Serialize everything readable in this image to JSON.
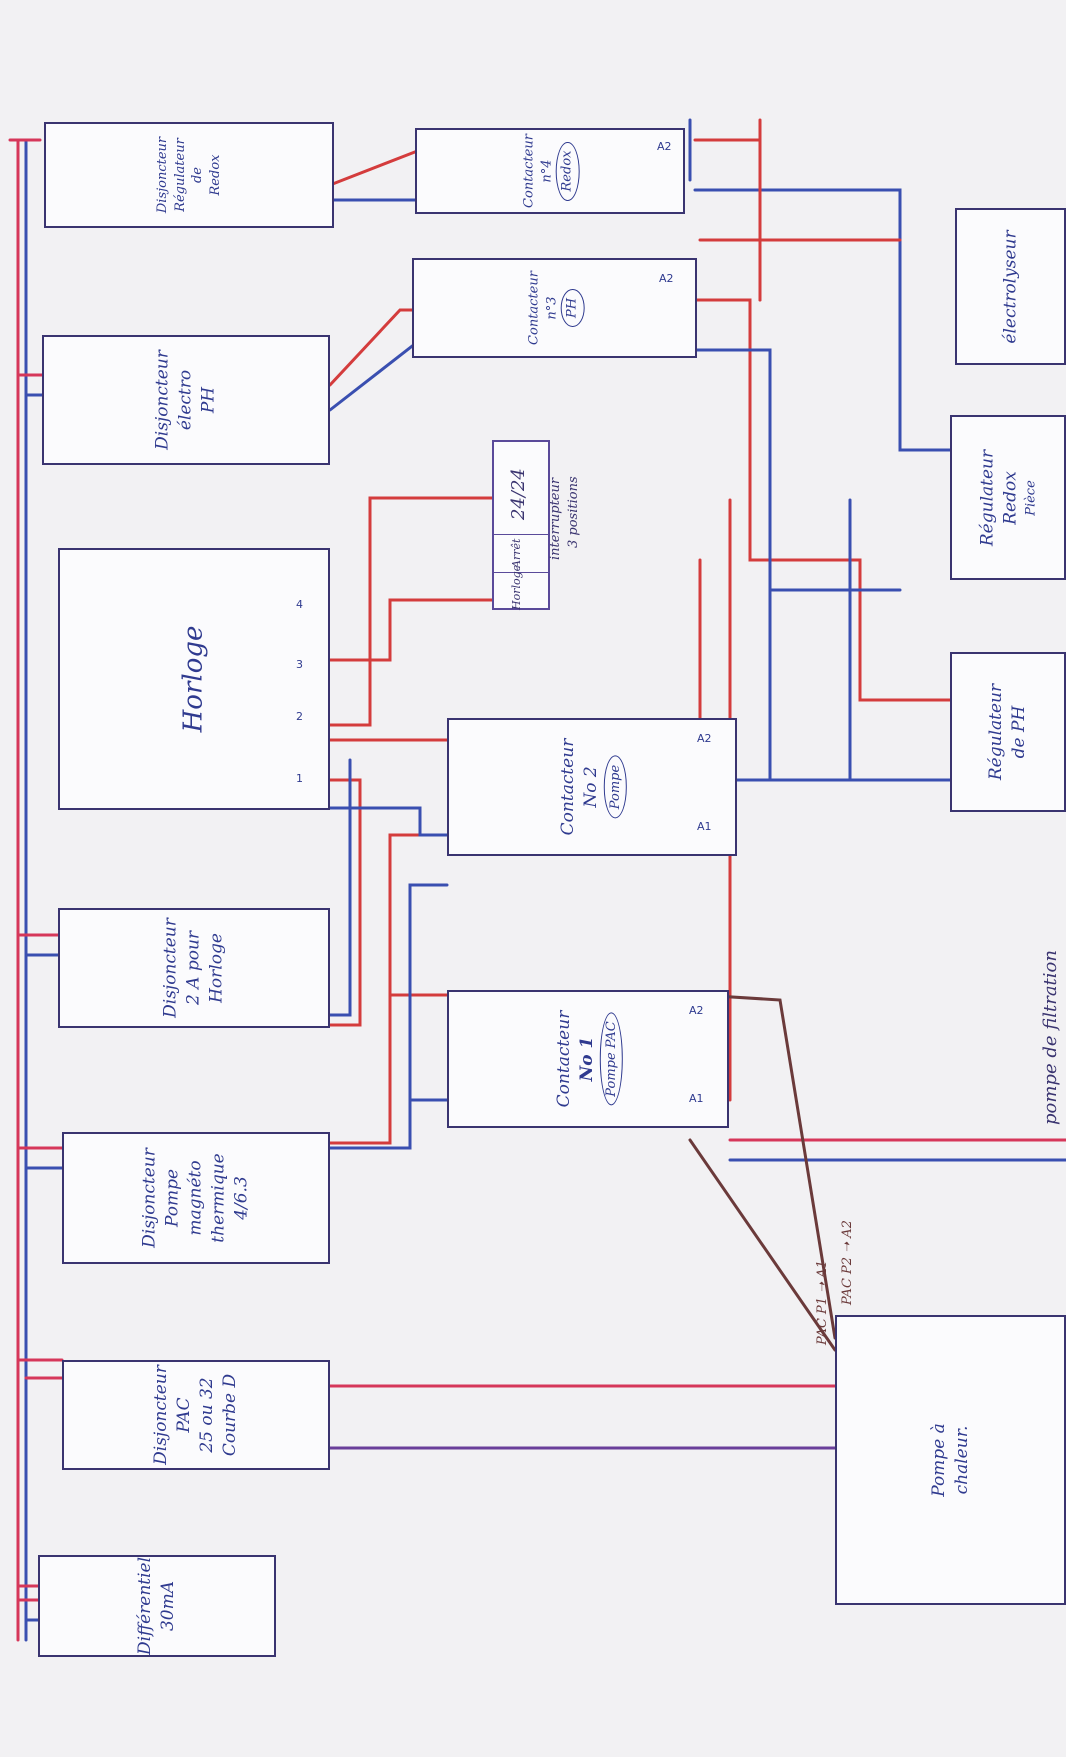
{
  "blocks": {
    "differentiel": {
      "line1": "Différentiel",
      "line2": "30mA"
    },
    "disj_pac": {
      "line1": "Disjoncteur",
      "line2": "PAC",
      "line3": "25 ou 32",
      "line4": "Courbe D"
    },
    "disj_pompe": {
      "line1": "Disjoncteur",
      "line2": "Pompe",
      "line3": "magnéto",
      "line4": "thermique",
      "line5": "4/6.3"
    },
    "disj_horloge": {
      "line1": "Disjoncteur",
      "line2": "2 A pour",
      "line3": "Horloge"
    },
    "horloge": {
      "title": "Horloge",
      "terminals": [
        "1",
        "2",
        "3",
        "4"
      ]
    },
    "disj_ph": {
      "line1": "Disjoncteur",
      "line2": "électro",
      "line3": "PH"
    },
    "disj_redox": {
      "line1": "Disjoncteur",
      "line2": "Régulateur",
      "line3": "de",
      "line4": "Redox"
    },
    "contacteur1": {
      "line1": "Contacteur",
      "line2": "No 1",
      "circle": "Pompe PAC",
      "a1": "A1",
      "a2": "A2"
    },
    "contacteur2": {
      "line1": "Contacteur",
      "line2": "No 2",
      "circle": "Pompe",
      "a1": "A1",
      "a2": "A2"
    },
    "contacteur3": {
      "line1": "Contacteur",
      "line2": "n°3",
      "circle": "PH",
      "a2": "A2"
    },
    "contacteur4": {
      "line1": "Contacteur",
      "line2": "n°4",
      "circle": "Redox",
      "a2": "A2"
    },
    "interrupteur": {
      "pos1": "Horloge",
      "pos2": "Arrêt",
      "pos3": "24/24",
      "note1": "interrupteur",
      "note2": "3 positions"
    },
    "pac": {
      "line1": "Pompe à",
      "line2": "chaleur."
    },
    "reg_ph": {
      "line1": "Régulateur",
      "line2": "de PH"
    },
    "reg_redox": {
      "line1": "Régulateur",
      "line2": "Redox",
      "line3": "Pièce"
    },
    "electrolyseur": {
      "line1": "électrolyseur"
    }
  },
  "annotations": {
    "pac_a1": "PAC P1 ➝ A1",
    "pac_a2": "PAC P2 ➝ A2",
    "filtration": "pompe de filtration"
  },
  "colors": {
    "phase": "#d6375a",
    "neutral": "#3a4fb0",
    "control": "#d43c3c",
    "pac_link": "#6b3a3a",
    "outline": "#3a3470"
  }
}
